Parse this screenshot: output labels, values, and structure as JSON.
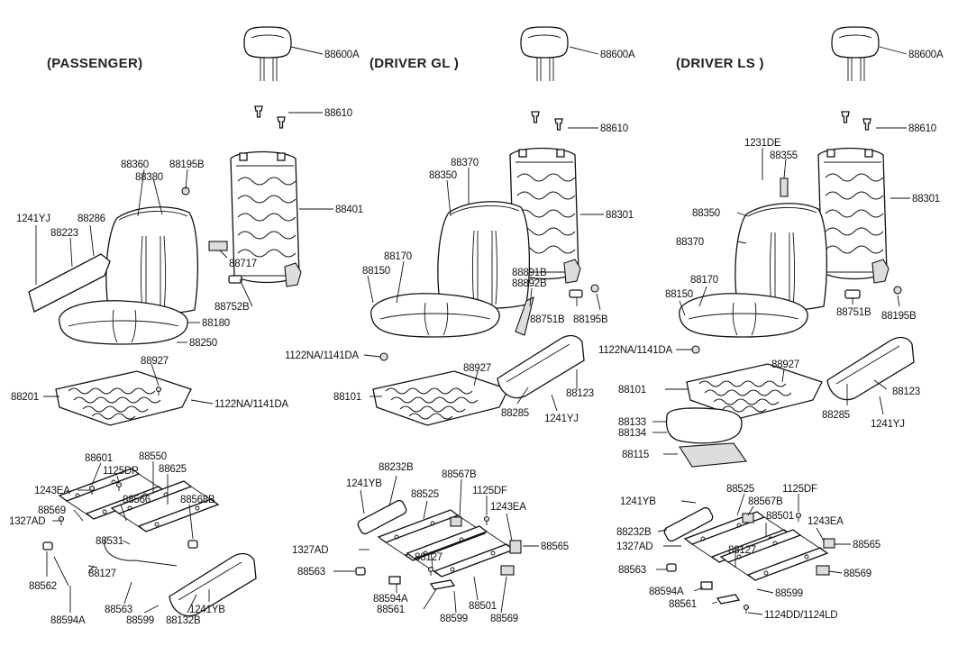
{
  "headers": {
    "passenger": "(PASSENGER)",
    "driver_gl": "(DRIVER   GL )",
    "driver_ls": "(DRIVER    LS   )"
  },
  "labels": {
    "p_88600A": "88600A",
    "p_88610": "88610",
    "p_88360": "88360",
    "p_88380": "88380",
    "p_88195B": "88195B",
    "p_88401": "88401",
    "p_1241YJ": "1241YJ",
    "p_88286": "88286",
    "p_88223": "88223",
    "p_88717": "88717",
    "p_88752B": "88752B",
    "p_88180": "88180",
    "p_88250": "88250",
    "p_88927": "88927",
    "p_88201": "88201",
    "p_1122NA": "1122NA/1141DA",
    "p_88601": "88601",
    "p_88550": "88550",
    "p_1125DP": "1125DP",
    "p_88625": "88625",
    "p_1243EA": "1243EA",
    "p_88566": "88566",
    "p_88568B": "88568B",
    "p_88569": "88569",
    "p_1327AD": "1327AD",
    "p_88531": "88531",
    "p_88562": "88562",
    "p_88127": "88127",
    "p_88563": "88563",
    "p_88599": "88599",
    "p_88132B": "88132B",
    "p_1241YB": "1241YB",
    "p_88594A": "88594A",
    "g_88600A": "88600A",
    "g_88610": "88610",
    "g_88370": "88370",
    "g_88350": "88350",
    "g_88301": "88301",
    "g_88170": "88170",
    "g_88150": "88150",
    "g_88891B": "88891B",
    "g_88892B": "88892B",
    "g_88751B": "88751B",
    "g_88195B": "88195B",
    "g_1122NA": "1122NA/1141DA",
    "g_88927": "88927",
    "g_88101": "88101",
    "g_88123": "88123",
    "g_88285": "88285",
    "g_1241YJ": "1241YJ",
    "g_88232B": "88232B",
    "g_1241YB": "1241YB",
    "g_88567B": "88567B",
    "g_88525": "88525",
    "g_1125DF": "1125DF",
    "g_1243EA": "1243EA",
    "g_88565": "88565",
    "g_1327AD": "1327AD",
    "g_88127": "88127",
    "g_88563": "88563",
    "g_88594A": "88594A",
    "g_88561": "88561",
    "g_88501": "88501",
    "g_88599": "88599",
    "g_88569": "88569",
    "l_88600A": "88600A",
    "l_88610": "88610",
    "l_1231DE": "1231DE",
    "l_88355": "88355",
    "l_88301": "88301",
    "l_88350": "88350",
    "l_88370": "88370",
    "l_88170": "88170",
    "l_88150": "88150",
    "l_88751B": "88751B",
    "l_88195B": "88195B",
    "l_1122NA": "1122NA/1141DA",
    "l_88927": "88927",
    "l_88101": "88101",
    "l_88123": "88123",
    "l_88133": "88133",
    "l_88134": "88134",
    "l_1241YJ": "1241YJ",
    "l_88285": "88285",
    "l_88115": "88115",
    "l_1241YB": "1241YB",
    "l_88525": "88525",
    "l_1125DF": "1125DF",
    "l_88567B": "88567B",
    "l_88501": "88501",
    "l_1243EA": "1243EA",
    "l_88232B": "88232B",
    "l_88565": "88565",
    "l_1327AD": "1327AD",
    "l_88127": "88127",
    "l_88563": "88563",
    "l_88569": "88569",
    "l_88594A": "88594A",
    "l_88599": "88599",
    "l_88561": "88561",
    "l_1124DD": "1124DD/1124LD"
  }
}
